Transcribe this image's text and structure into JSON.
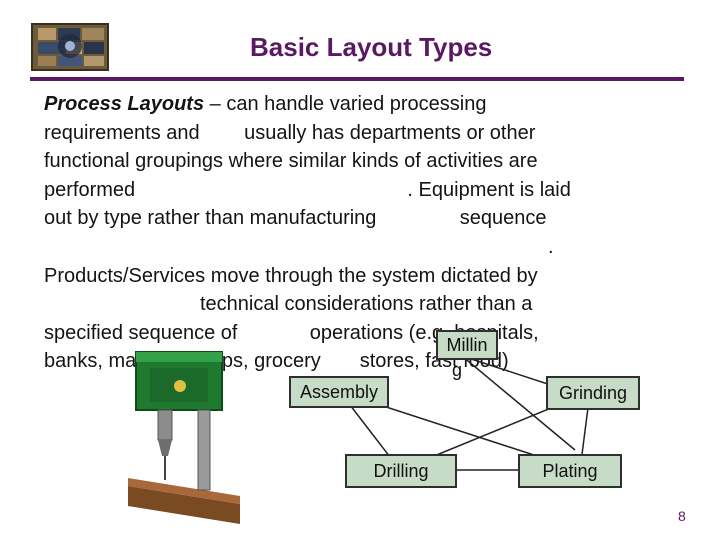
{
  "slide": {
    "title": "Basic Layout Types",
    "page_number": "8",
    "colors": {
      "accent": "#5a1a63",
      "node_fill": "#c7dcc7",
      "text": "#141414"
    }
  },
  "body": {
    "lead": "Process Layouts",
    "lines": [
      " – can handle varied processing",
      "requirements and        usually has departments or other",
      "functional groupings where similar kinds of activities are",
      "performed                                                 . Equipment is laid",
      "out by type rather than manufacturing               sequence",
      ".",
      "Products/Services move through the system dictated by",
      "technical considerations rather than a",
      "specified sequence of             operations (e.g. hospitals,",
      "banks, machine shops, grocery       stores, fast food)"
    ]
  },
  "diagram": {
    "nodes": {
      "milling": "Millin",
      "milling_tail": "g",
      "assembly": "Assembly",
      "grinding": "Grinding",
      "drilling": "Drilling",
      "plating": "Plating"
    },
    "image": "drill-press-icon",
    "logo": "mosaic-logo-icon"
  }
}
